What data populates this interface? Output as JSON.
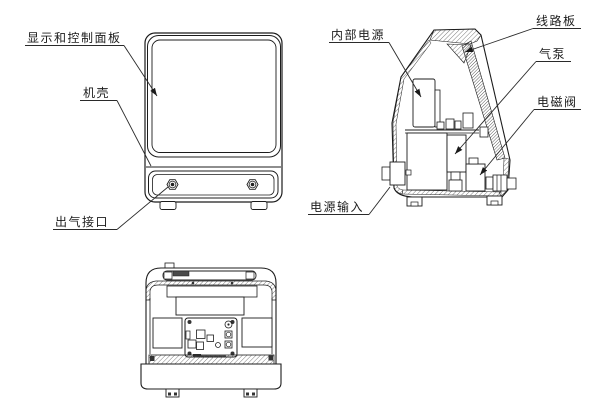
{
  "labels": {
    "display_control_panel": "显示和控制面板",
    "casing": "机壳",
    "air_outlet_port": "出气接口",
    "internal_power": "内部电源",
    "circuit_board": "线路板",
    "air_pump": "气泵",
    "solenoid_valve": "电磁阀",
    "power_input": "电源输入"
  },
  "colors": {
    "line": "#1c1c1c",
    "background": "#ffffff"
  }
}
